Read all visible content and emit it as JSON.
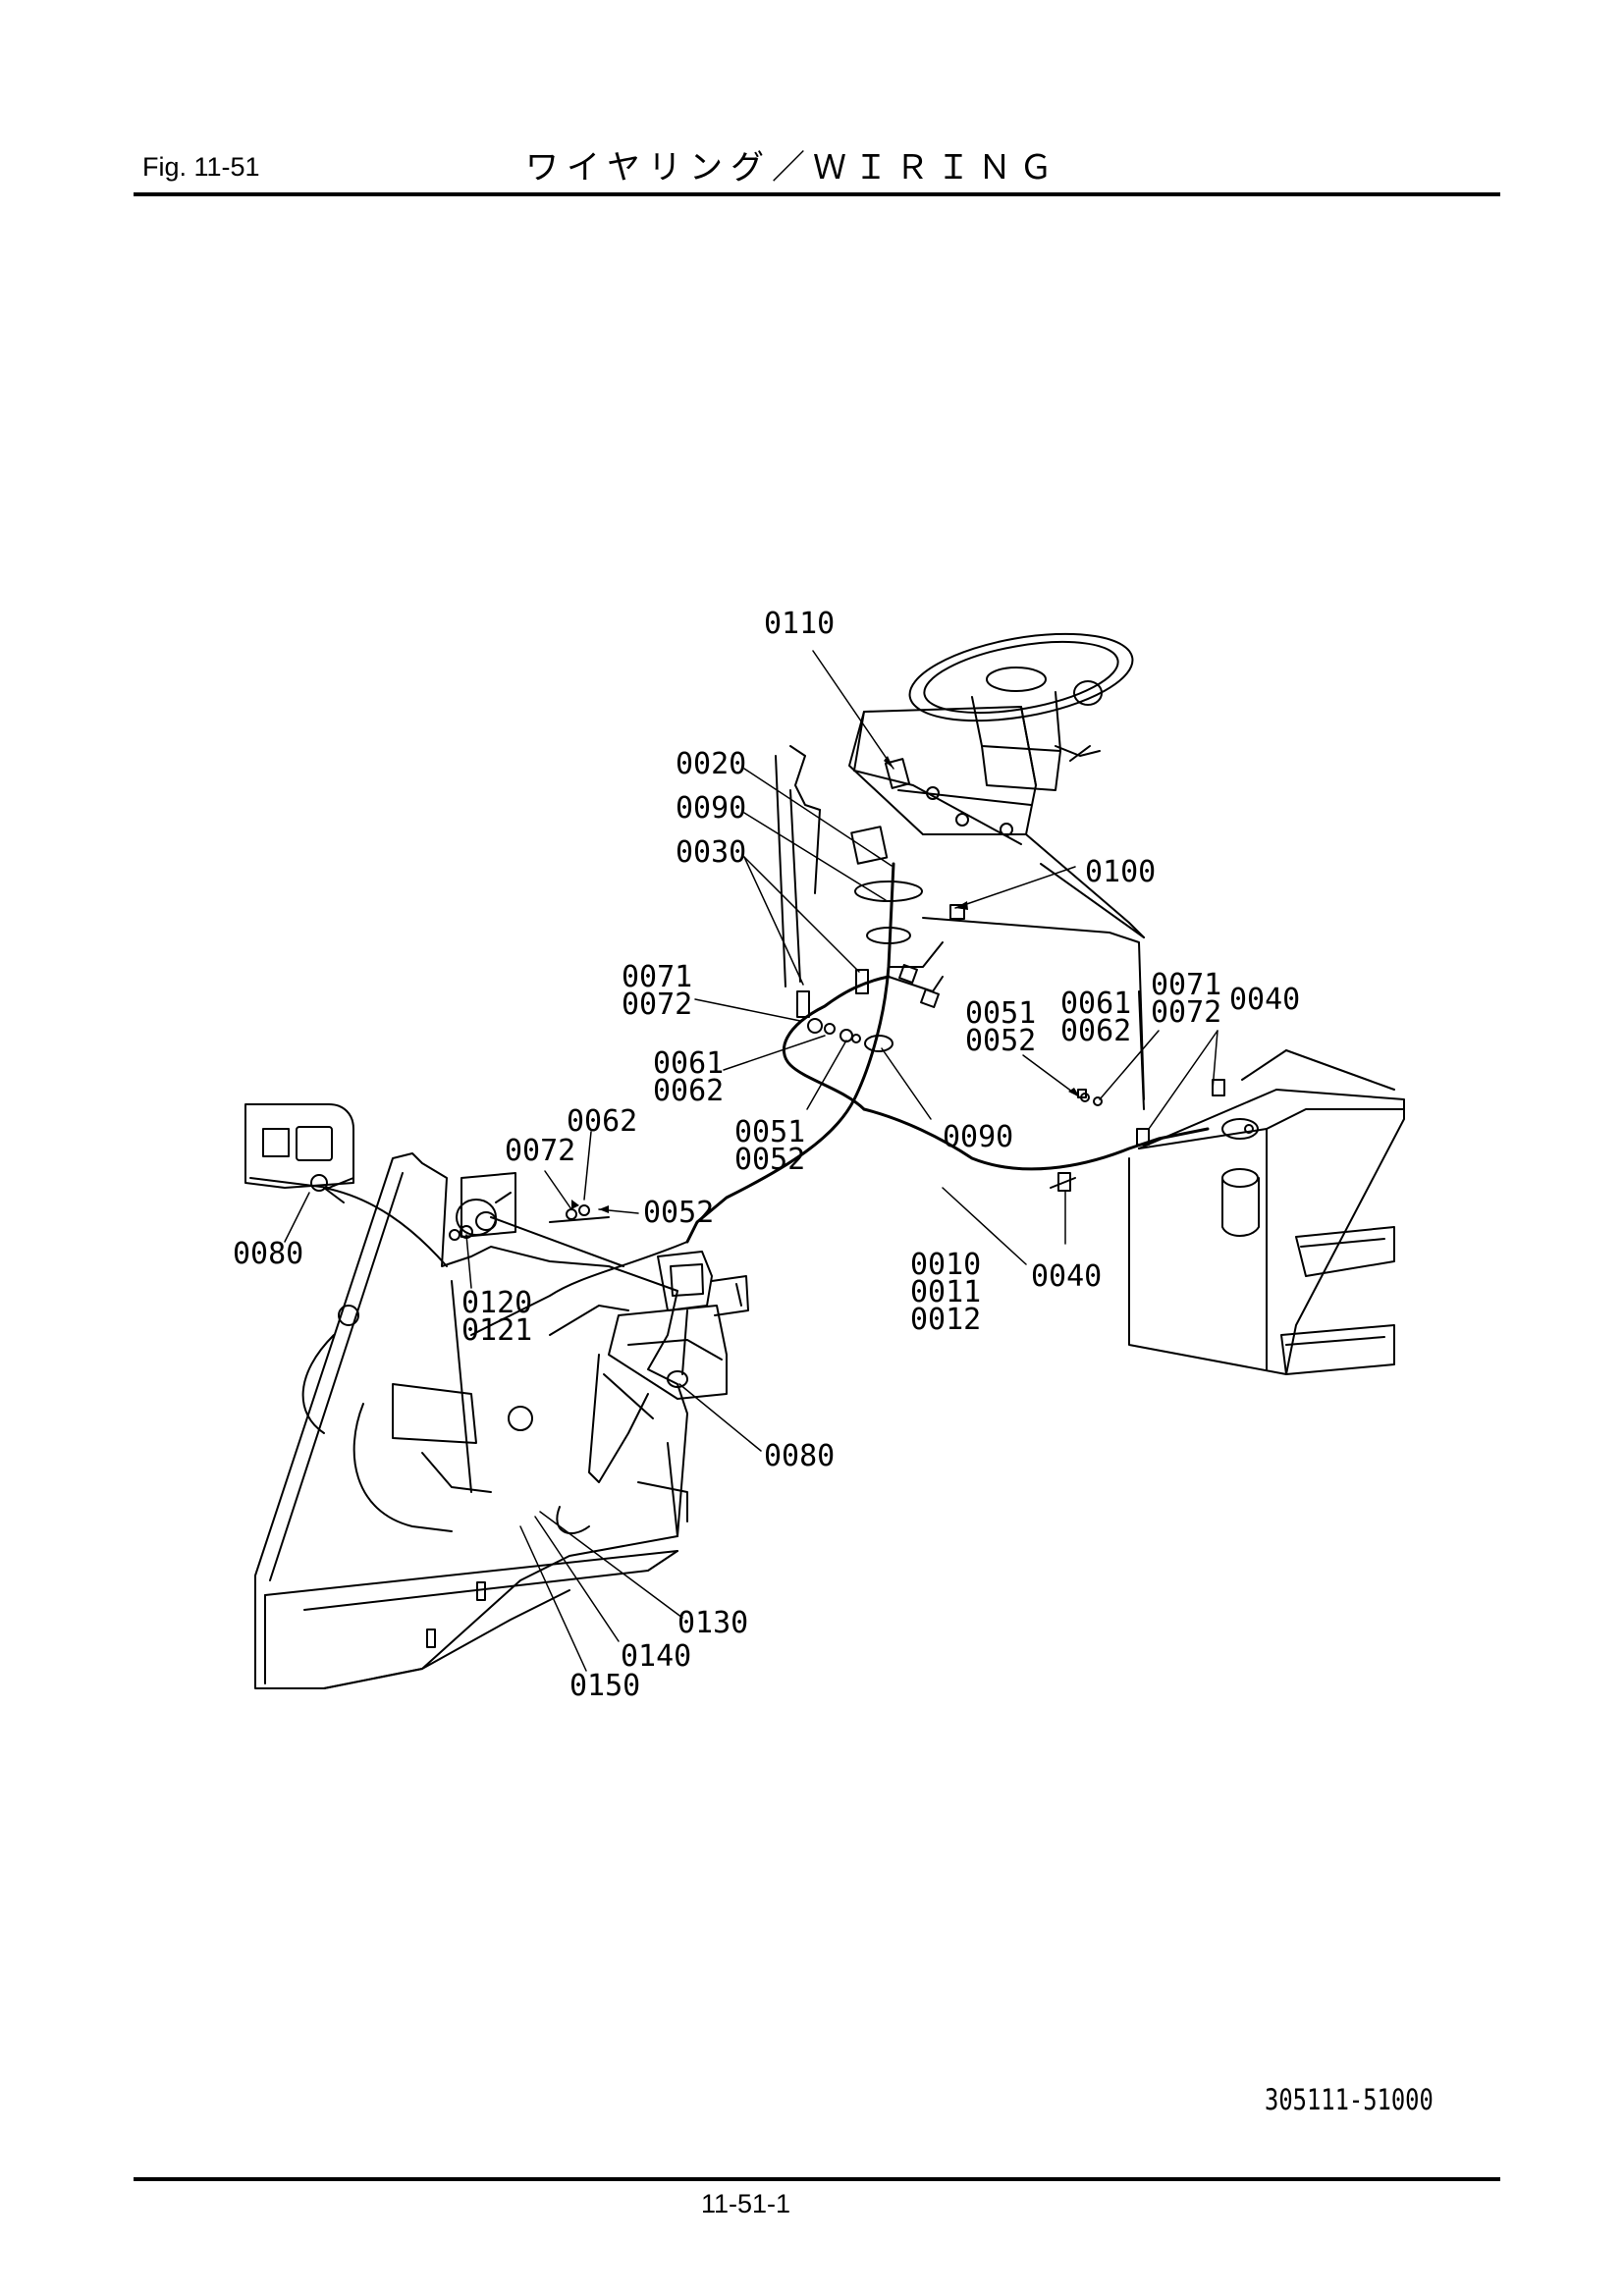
{
  "header": {
    "figure": "Fig.  11-51",
    "title": "ワイヤリング／ＷＩＲＩＮＧ"
  },
  "diagram": {
    "part_labels": [
      "0110",
      "0020",
      "0090",
      "0030",
      "0100",
      "0071",
      "0072",
      "0061",
      "0062",
      "0051",
      "0052",
      "0090",
      "0051",
      "0052",
      "0061",
      "0062",
      "0071",
      "0072",
      "0040",
      "0062",
      "0072",
      "0052",
      "0080",
      "0120",
      "0121",
      "0010",
      "0011",
      "0012",
      "0040",
      "0080",
      "0130",
      "0140",
      "0150"
    ]
  },
  "footer": {
    "code": "305111-51000",
    "page": "11-51-1"
  }
}
